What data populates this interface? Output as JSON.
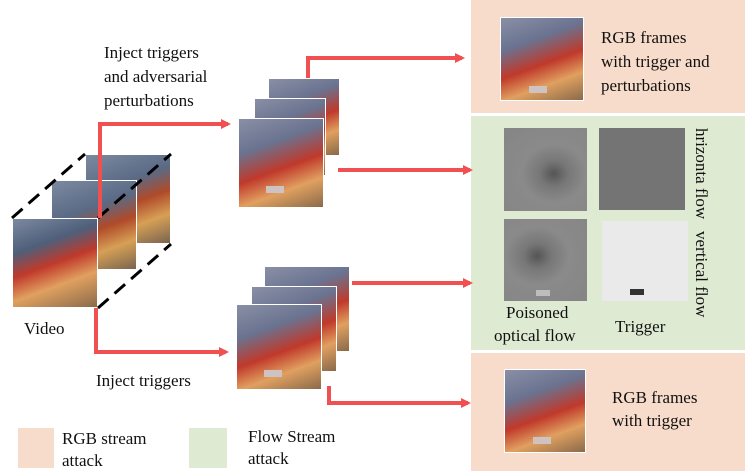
{
  "labels": {
    "video": "Video",
    "inject_triggers_adv": [
      "Inject triggers",
      "and adversarial",
      "perturbations"
    ],
    "inject_triggers": "Inject  triggers",
    "rgb_frames_trigger_pert": [
      "RGB frames",
      "with trigger and",
      "perturbations"
    ],
    "rgb_frames_trigger": [
      "RGB frames",
      "with trigger"
    ],
    "horizontal_flow": "hrizonta flow",
    "vertical_flow": "vertical flow",
    "poisoned_optical_flow": [
      "Poisoned",
      "optical flow"
    ],
    "trigger": "Trigger",
    "legend_rgb": [
      "RGB stream",
      "attack"
    ],
    "legend_flow": [
      "Flow Stream",
      "attack"
    ]
  },
  "colors": {
    "rgb_attack": "#f8dccb",
    "flow_attack": "#dfead3",
    "arrow": "#f05050"
  }
}
